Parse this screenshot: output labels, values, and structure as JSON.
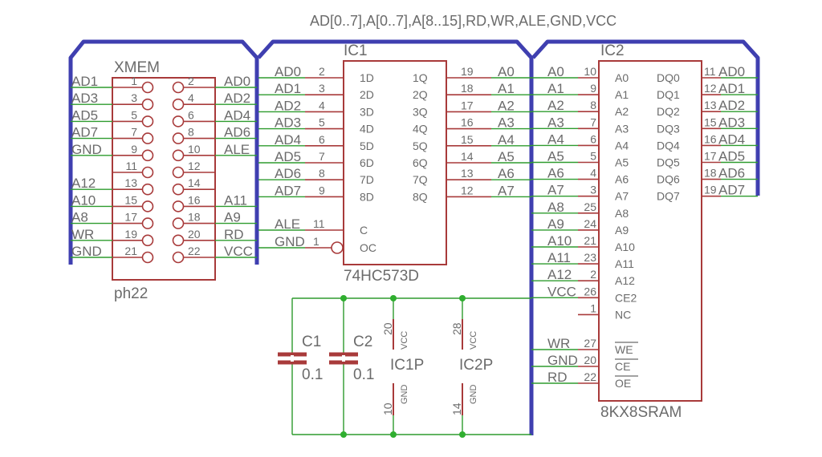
{
  "bus_label": "AD[0..7],A[0..7],A[8..15],RD,WR,ALE,GND,VCC",
  "colors": {
    "bus": "#3f3fb0",
    "wire": "#2e9b2e",
    "pin": "#a83a3a",
    "body": "#a83a3a",
    "junction": "#2fae2f",
    "text": "#6b6b6b"
  },
  "xmem": {
    "name": "XMEM",
    "package": "ph22",
    "left_pins": [
      {
        "num": "1",
        "net": "AD1"
      },
      {
        "num": "3",
        "net": "AD3"
      },
      {
        "num": "5",
        "net": "AD5"
      },
      {
        "num": "7",
        "net": "AD7"
      },
      {
        "num": "9",
        "net": "GND"
      },
      {
        "num": "11",
        "net": ""
      },
      {
        "num": "13",
        "net": "A12"
      },
      {
        "num": "15",
        "net": "A10"
      },
      {
        "num": "17",
        "net": "A8"
      },
      {
        "num": "19",
        "net": "WR"
      },
      {
        "num": "21",
        "net": "GND"
      }
    ],
    "right_pins": [
      {
        "num": "2",
        "net": "AD0"
      },
      {
        "num": "4",
        "net": "AD2"
      },
      {
        "num": "6",
        "net": "AD4"
      },
      {
        "num": "8",
        "net": "AD6"
      },
      {
        "num": "10",
        "net": "ALE"
      },
      {
        "num": "12",
        "net": ""
      },
      {
        "num": "14",
        "net": ""
      },
      {
        "num": "16",
        "net": "A11"
      },
      {
        "num": "18",
        "net": "A9"
      },
      {
        "num": "20",
        "net": "RD"
      },
      {
        "num": "22",
        "net": "VCC"
      }
    ]
  },
  "ic1": {
    "name": "IC1",
    "part": "74HC573D",
    "left_pins": [
      {
        "net": "AD0",
        "num": "2",
        "pin": "1D"
      },
      {
        "net": "AD1",
        "num": "3",
        "pin": "2D"
      },
      {
        "net": "AD2",
        "num": "4",
        "pin": "3D"
      },
      {
        "net": "AD3",
        "num": "5",
        "pin": "4D"
      },
      {
        "net": "AD4",
        "num": "6",
        "pin": "5D"
      },
      {
        "net": "AD5",
        "num": "7",
        "pin": "6D"
      },
      {
        "net": "AD6",
        "num": "8",
        "pin": "7D"
      },
      {
        "net": "AD7",
        "num": "9",
        "pin": "8D"
      }
    ],
    "control_pins": [
      {
        "net": "ALE",
        "num": "11",
        "pin": "C"
      },
      {
        "net": "GND",
        "num": "1",
        "pin": "OC"
      }
    ],
    "right_pins": [
      {
        "pin": "1Q",
        "num": "19",
        "net": "A0"
      },
      {
        "pin": "2Q",
        "num": "18",
        "net": "A1"
      },
      {
        "pin": "3Q",
        "num": "17",
        "net": "A2"
      },
      {
        "pin": "4Q",
        "num": "16",
        "net": "A3"
      },
      {
        "pin": "5Q",
        "num": "15",
        "net": "A4"
      },
      {
        "pin": "6Q",
        "num": "14",
        "net": "A5"
      },
      {
        "pin": "7Q",
        "num": "13",
        "net": "A6"
      },
      {
        "pin": "8Q",
        "num": "12",
        "net": "A7"
      }
    ]
  },
  "ic2": {
    "name": "IC2",
    "part": "8KX8SRAM",
    "left_pins": [
      {
        "net": "A0",
        "num": "10",
        "pin": "A0"
      },
      {
        "net": "A1",
        "num": "9",
        "pin": "A1"
      },
      {
        "net": "A2",
        "num": "8",
        "pin": "A2"
      },
      {
        "net": "A3",
        "num": "7",
        "pin": "A3"
      },
      {
        "net": "A4",
        "num": "6",
        "pin": "A4"
      },
      {
        "net": "A5",
        "num": "5",
        "pin": "A5"
      },
      {
        "net": "A6",
        "num": "4",
        "pin": "A6"
      },
      {
        "net": "A7",
        "num": "3",
        "pin": "A7"
      },
      {
        "net": "A8",
        "num": "25",
        "pin": "A8"
      },
      {
        "net": "A9",
        "num": "24",
        "pin": "A9"
      },
      {
        "net": "A10",
        "num": "21",
        "pin": "A10"
      },
      {
        "net": "A11",
        "num": "23",
        "pin": "A11"
      },
      {
        "net": "A12",
        "num": "2",
        "pin": "A12"
      },
      {
        "net": "VCC",
        "num": "26",
        "pin": "CE2"
      },
      {
        "net": "",
        "num": "1",
        "pin": "NC"
      }
    ],
    "control_pins": [
      {
        "net": "WR",
        "num": "27",
        "pin": "WE"
      },
      {
        "net": "GND",
        "num": "20",
        "pin": "CE"
      },
      {
        "net": "RD",
        "num": "22",
        "pin": "OE"
      }
    ],
    "right_pins": [
      {
        "pin": "DQ0",
        "num": "11",
        "net": "AD0"
      },
      {
        "pin": "DQ1",
        "num": "12",
        "net": "AD1"
      },
      {
        "pin": "DQ2",
        "num": "13",
        "net": "AD2"
      },
      {
        "pin": "DQ3",
        "num": "15",
        "net": "AD3"
      },
      {
        "pin": "DQ4",
        "num": "16",
        "net": "AD4"
      },
      {
        "pin": "DQ5",
        "num": "17",
        "net": "AD5"
      },
      {
        "pin": "DQ6",
        "num": "18",
        "net": "AD6"
      },
      {
        "pin": "DQ7",
        "num": "19",
        "net": "AD7"
      }
    ]
  },
  "caps": [
    {
      "name": "C1",
      "value": "0.1"
    },
    {
      "name": "C2",
      "value": "0.1"
    }
  ],
  "power": [
    {
      "name": "IC1P",
      "vcc_num": "20",
      "vcc_label": "VCC",
      "gnd_num": "10",
      "gnd_label": "GND"
    },
    {
      "name": "IC2P",
      "vcc_num": "28",
      "vcc_label": "VCC",
      "gnd_num": "14",
      "gnd_label": "GND"
    }
  ]
}
